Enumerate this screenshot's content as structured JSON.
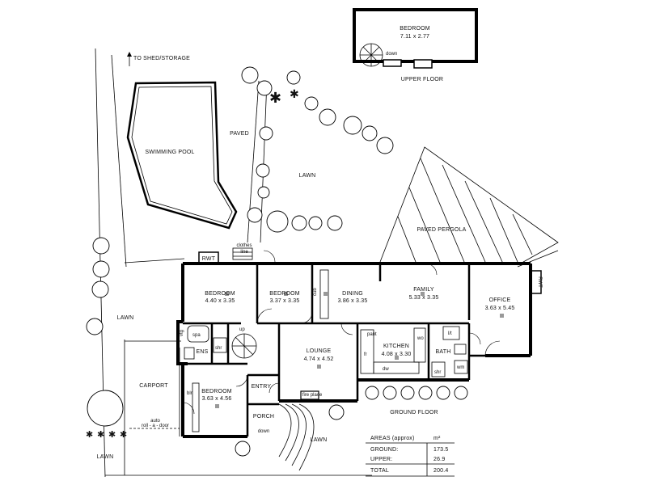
{
  "upper_floor": {
    "room_name": "BEDROOM",
    "room_size": "7.11 x 2.77",
    "stair_note": "down",
    "caption": "UPPER FLOOR"
  },
  "site": {
    "shed_note": "TO SHED/STORAGE",
    "pool": "SWIMMING POOL",
    "paved": "PAVED",
    "lawn_center": "LAWN",
    "lawn_left": "LAWN",
    "lawn_bottom_left": "LAWN",
    "lawn_bottom": "LAWN",
    "pergola": "PAVED PERGOLA",
    "carport": "CARPORT",
    "auto_door_1": "auto",
    "auto_door_2": "roll - a - door",
    "clothes_line_1": "clothes",
    "clothes_line_2": "line",
    "rwt_left": "RWT",
    "rwt_right": "RWT"
  },
  "rooms": {
    "bed1_name": "BEDROOM",
    "bed1_size": "4.40 x 3.35",
    "bed2_name": "BEDROOM",
    "bed2_size": "3.37 x 3.35",
    "dining_name": "DINING",
    "dining_size": "3.86 x 3.35",
    "family_name": "FAMILY",
    "family_size": "5.33 x 3.35",
    "office_name": "OFFICE",
    "office_size": "3.63 x 5.45",
    "lounge_name": "LOUNGE",
    "lounge_size": "4.74 x 4.52",
    "kitchen_name": "KITCHEN",
    "kitchen_size": "4.08 x 3.30",
    "bed3_name": "BEDROOM",
    "bed3_size": "3.63 x 4.56",
    "ens": "ENS",
    "bath": "BATH",
    "entry": "ENTRY",
    "porch": "PORCH",
    "cub": "cub",
    "up": "up",
    "spa": "spa",
    "shr1": "shr",
    "shr2": "shr",
    "vtg": "vtg",
    "pant": "pant",
    "fr": "fr",
    "dw": "dw",
    "wo": "wo",
    "wm": "wm",
    "lt": "l/t",
    "blr": "blr",
    "fire_place": "fire place",
    "porch_down": "down"
  },
  "ground_floor_caption": "GROUND FLOOR",
  "areas": {
    "title": "AREAS (approx)",
    "unit": "m²",
    "rows": [
      {
        "label": "GROUND:",
        "value": "173.5"
      },
      {
        "label": "UPPER:",
        "value": "26.9"
      },
      {
        "label": "TOTAL",
        "value": "200.4"
      }
    ]
  }
}
